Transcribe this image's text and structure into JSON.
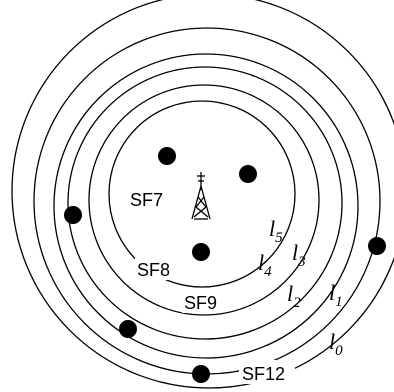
{
  "diagram": {
    "sf_labels": {
      "sf7": "SF7",
      "sf8": "SF8",
      "sf9": "SF9",
      "sf12": "SF12"
    },
    "level_labels": {
      "l5": {
        "letter": "l",
        "index": "5"
      },
      "l4": {
        "letter": "l",
        "index": "4"
      },
      "l3": {
        "letter": "l",
        "index": "3"
      },
      "l2": {
        "letter": "l",
        "index": "2"
      },
      "l1": {
        "letter": "l",
        "index": "1"
      },
      "l0": {
        "letter": "l",
        "index": "0"
      }
    },
    "ring_count": 6,
    "node_count": 7,
    "icons": {
      "gateway": "antenna-tower-icon",
      "node": "end-device-dot"
    }
  }
}
